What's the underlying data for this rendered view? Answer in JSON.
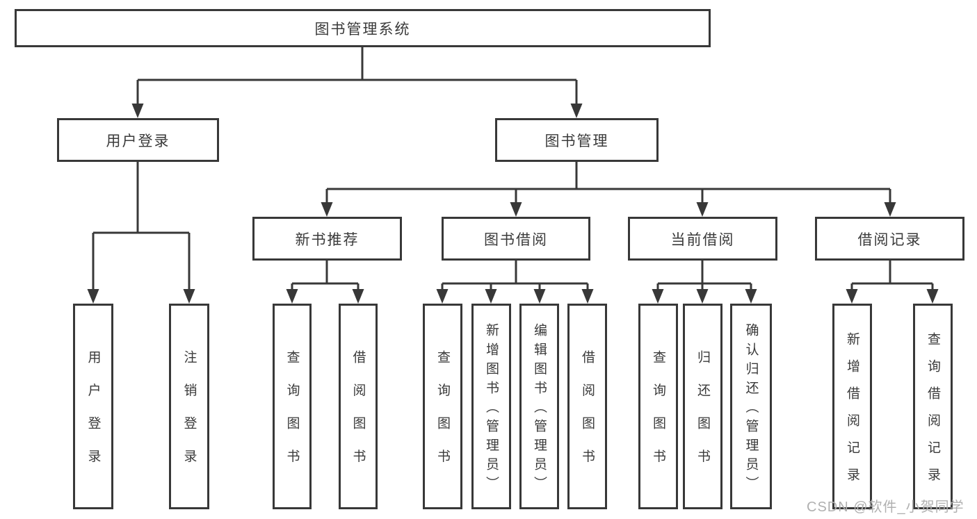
{
  "diagram": {
    "tree": {
      "label": "图书管理系统",
      "children": [
        {
          "label": "用户登录",
          "children": [
            {
              "label": "用户登录"
            },
            {
              "label": "注销登录"
            }
          ]
        },
        {
          "label": "图书管理",
          "children": [
            {
              "label": "新书推荐",
              "children": [
                {
                  "label": "查询图书"
                },
                {
                  "label": "借阅图书"
                }
              ]
            },
            {
              "label": "图书借阅",
              "children": [
                {
                  "label": "查询图书"
                },
                {
                  "label": "新增图书（管理员）"
                },
                {
                  "label": "编辑图书（管理员）"
                },
                {
                  "label": "借阅图书"
                }
              ]
            },
            {
              "label": "当前借阅",
              "children": [
                {
                  "label": "查询图书"
                },
                {
                  "label": "归还图书"
                },
                {
                  "label": "确认归还（管理员）"
                }
              ]
            },
            {
              "label": "借阅记录",
              "children": [
                {
                  "label": "新增借阅记录"
                },
                {
                  "label": "查询借阅记录"
                }
              ]
            }
          ]
        }
      ]
    }
  },
  "watermark": {
    "text": "CSDN @软件_小贺同学"
  },
  "colors": {
    "line": "#383838",
    "text": "#3a3a3a",
    "box-bg": "#ffffff",
    "watermark": "#b0b0b0",
    "page-bg": "#ffffff"
  }
}
